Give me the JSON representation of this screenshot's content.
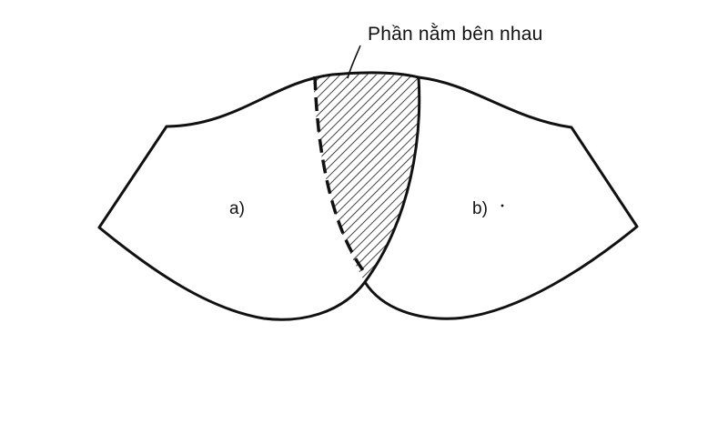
{
  "annotation": {
    "text": "Phần nằm bên nhau"
  },
  "pieces": {
    "left_label": "a)",
    "right_label": "b)"
  },
  "colors": {
    "stroke": "#111111",
    "background": "#ffffff"
  }
}
